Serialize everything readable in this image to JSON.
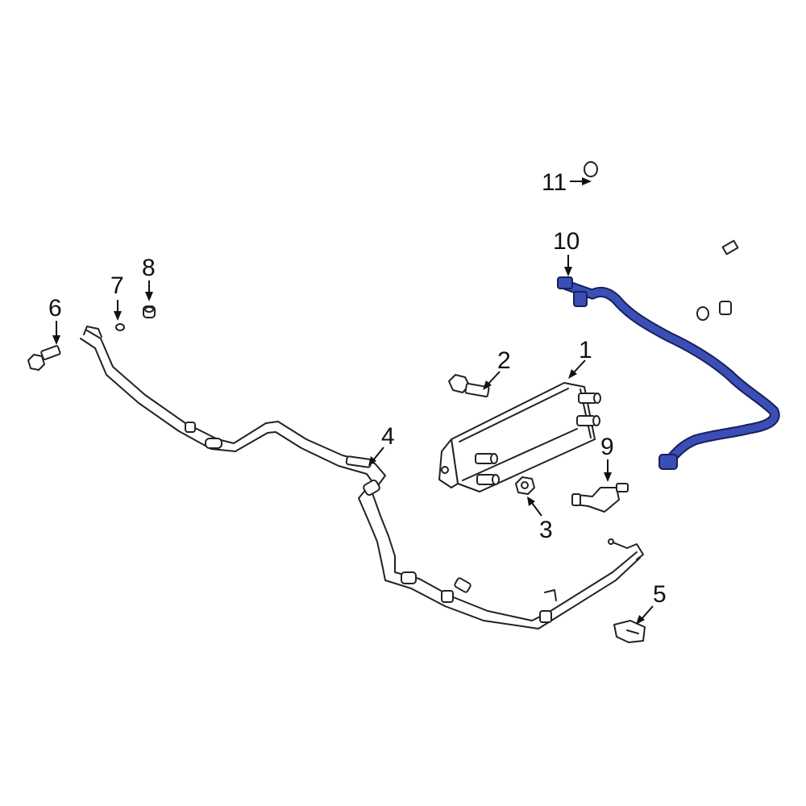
{
  "diagram": {
    "highlight_color": "#3a4fb5",
    "line_color": "#222222",
    "background": "#ffffff",
    "callouts": [
      {
        "id": "1",
        "label": "1"
      },
      {
        "id": "2",
        "label": "2"
      },
      {
        "id": "3",
        "label": "3"
      },
      {
        "id": "4",
        "label": "4"
      },
      {
        "id": "5",
        "label": "5"
      },
      {
        "id": "6",
        "label": "6"
      },
      {
        "id": "7",
        "label": "7"
      },
      {
        "id": "8",
        "label": "8"
      },
      {
        "id": "9",
        "label": "9"
      },
      {
        "id": "10",
        "label": "10"
      },
      {
        "id": "11",
        "label": "11"
      }
    ]
  }
}
